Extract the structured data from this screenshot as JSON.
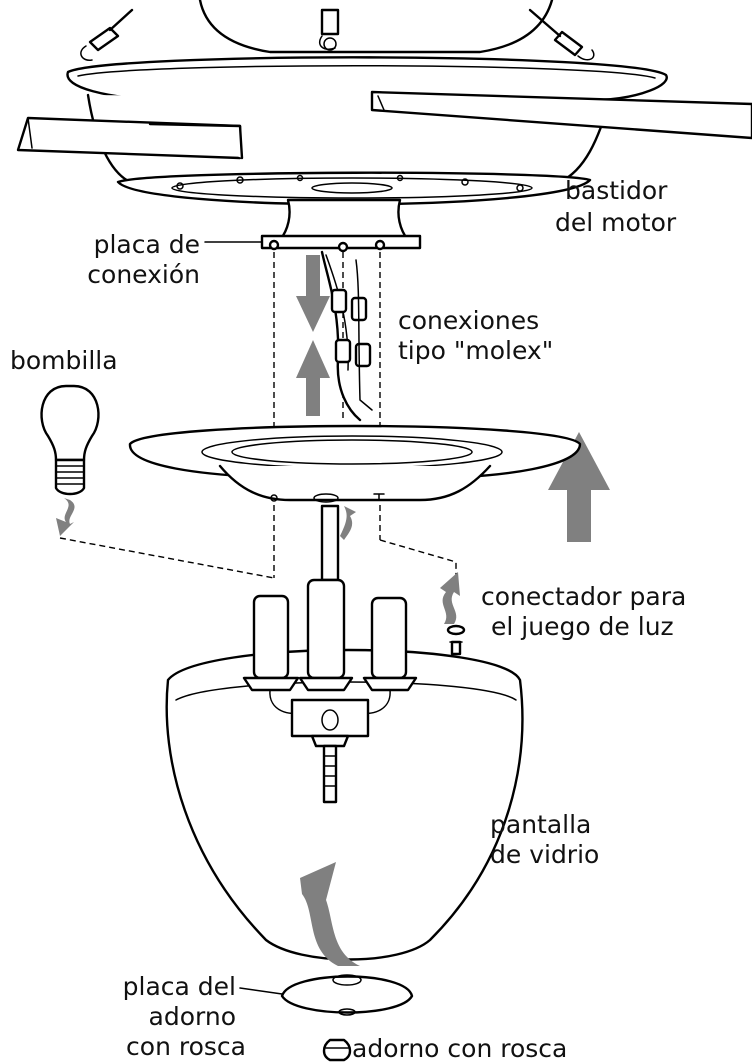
{
  "labels": {
    "motor_housing_1": "bastidor",
    "motor_housing_2": "del motor",
    "switch_plate_1": "placa de",
    "switch_plate_2": "conexión",
    "molex_1": "conexiones",
    "molex_2": "tipo \"molex\"",
    "bulb": "bombilla",
    "light_kit_connector_1": "conectador para",
    "light_kit_connector_2": "el juego de luz",
    "glass_shade_1": "pantalla",
    "glass_shade_2": "de vidrio",
    "finial_plate_1": "placa del",
    "finial_plate_2": "adorno",
    "finial_plate_3": "con rosca",
    "finial": "adorno con rosca"
  },
  "colors": {
    "line": "#000000",
    "arrow": "#808080",
    "background": "#ffffff"
  }
}
